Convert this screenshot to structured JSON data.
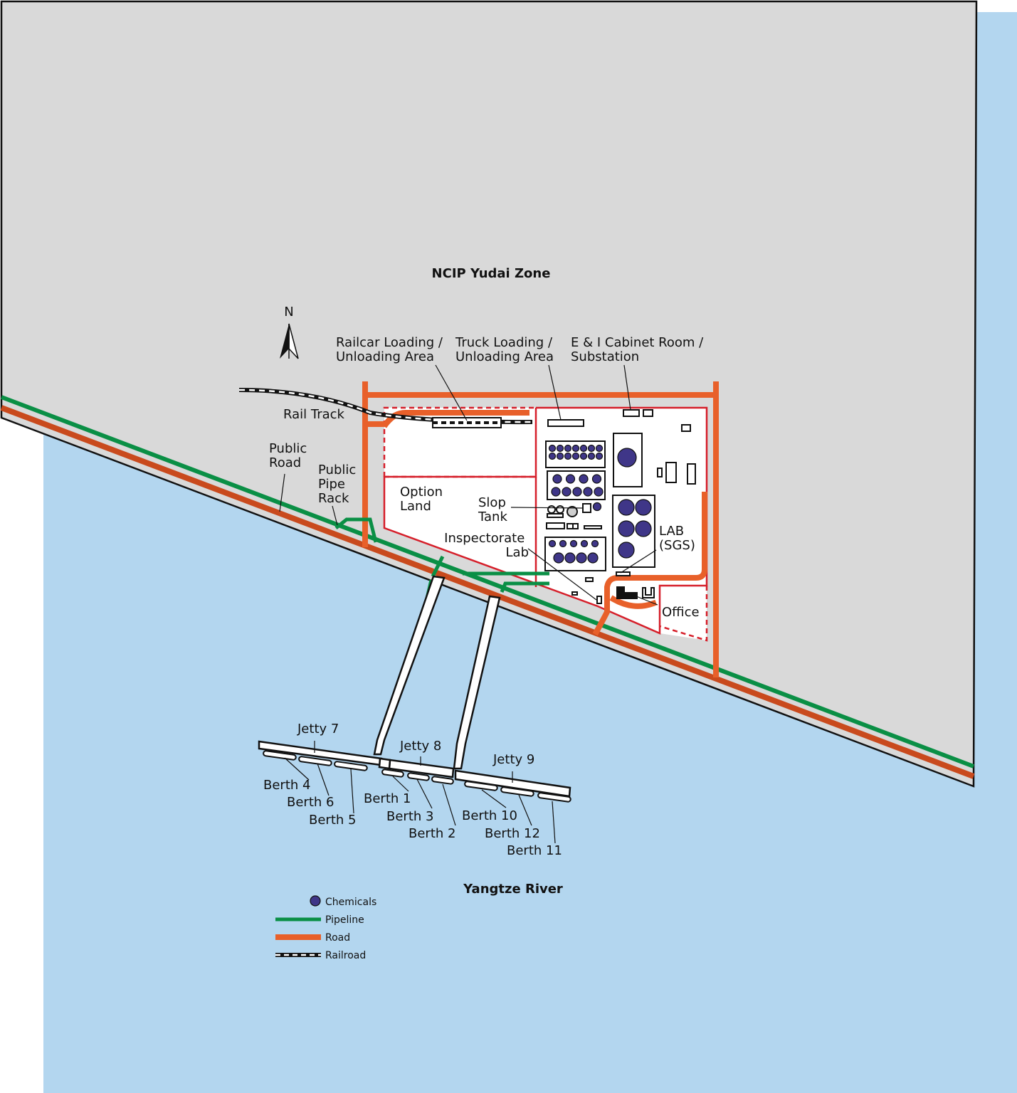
{
  "colors": {
    "river": "#b3d6ef",
    "zone": "#d9d9d9",
    "pipeline": "#0a8f45",
    "road": "#e8602a",
    "site_border": "#d61f2a",
    "chemicals": "#3f3688"
  },
  "icons": {
    "north": "north-arrow-icon"
  },
  "map": {
    "zone_label": "NCIP Yudai Zone",
    "river_label": "Yangtze River",
    "north_label": "N"
  },
  "labels": {
    "railcar": [
      "Railcar Loading /",
      "Unloading Area"
    ],
    "truck": [
      "Truck Loading /",
      "Unloading Area"
    ],
    "cabinet": [
      "E & I Cabinet Room /",
      "Substation"
    ],
    "rail_track": "Rail Track",
    "public_road": [
      "Public",
      "Road"
    ],
    "public_pipe_rack": [
      "Public",
      "Pipe",
      "Rack"
    ],
    "option_land": [
      "Option",
      "Land"
    ],
    "slop_tank": [
      "Slop",
      "Tank"
    ],
    "inspectorate_lab": [
      "Inspectorate",
      "Lab"
    ],
    "lab_sgs": [
      "LAB",
      "(SGS)"
    ],
    "office": "Office"
  },
  "jetties": [
    "Jetty 7",
    "Jetty 8",
    "Jetty 9"
  ],
  "berths": [
    "Berth 4",
    "Berth 6",
    "Berth 5",
    "Berth 1",
    "Berth 3",
    "Berth 2",
    "Berth 10",
    "Berth 12",
    "Berth 11"
  ],
  "legend": {
    "items": [
      {
        "label": "Chemicals",
        "icon": "chemicals-dot-icon"
      },
      {
        "label": "Pipeline",
        "icon": "pipeline-line-icon"
      },
      {
        "label": "Road",
        "icon": "road-line-icon"
      },
      {
        "label": "Railroad",
        "icon": "railroad-line-icon"
      }
    ]
  }
}
